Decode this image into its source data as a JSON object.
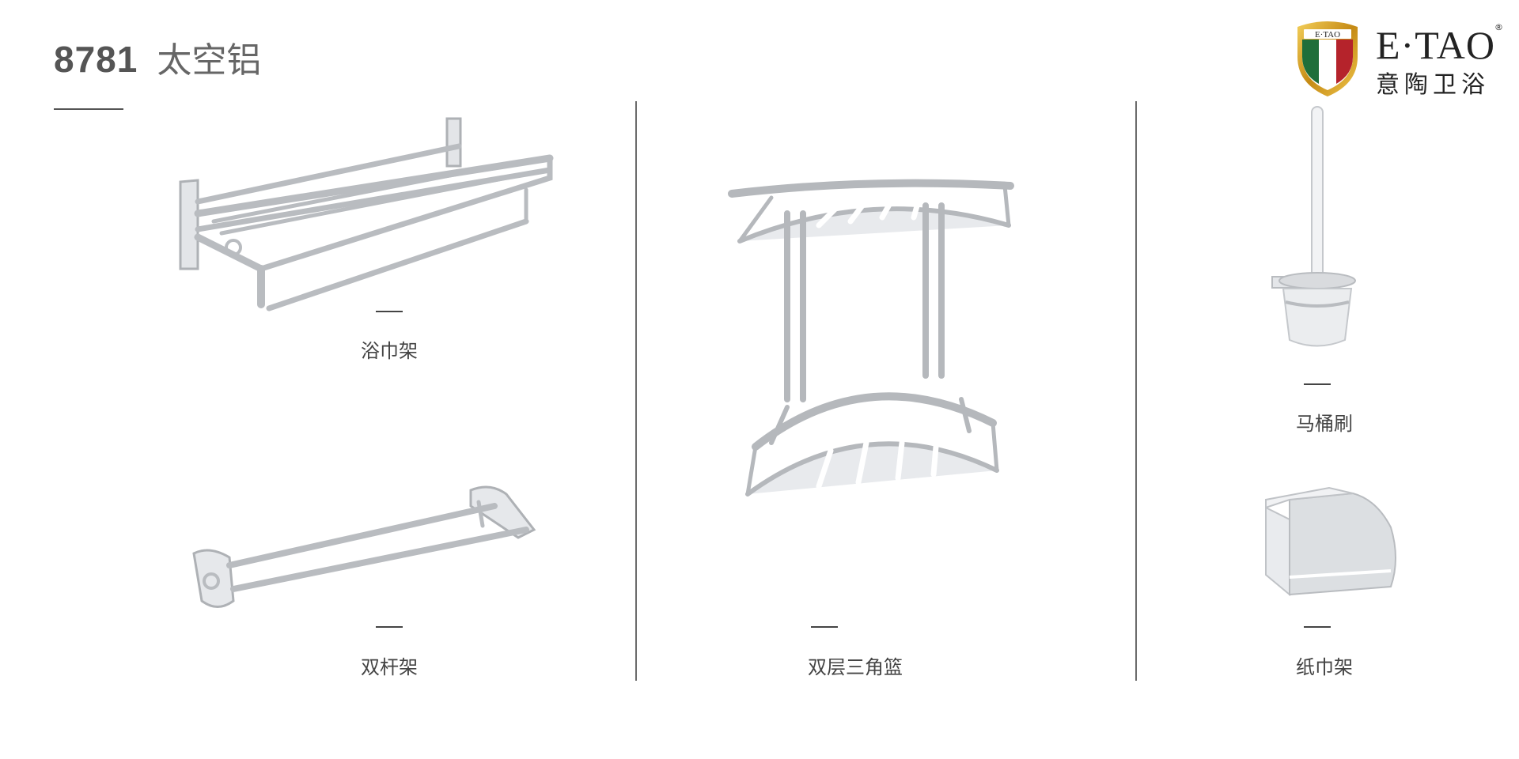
{
  "header": {
    "model": "8781",
    "material": "太空铝"
  },
  "logo": {
    "shield_text": "E·TAO",
    "brand": "E·TAO",
    "brand_cn": "意陶卫浴",
    "reg_mark": "®"
  },
  "colors": {
    "text_dark": "#444444",
    "rule": "#6a6a6a",
    "aluminum": "#c9ccd0",
    "shield_gold": "#d9a526",
    "shield_green": "#1f6e3a",
    "shield_red": "#b5232b"
  },
  "products": [
    {
      "name": "浴巾架",
      "icon": "towel-shelf-icon"
    },
    {
      "name": "双杆架",
      "icon": "double-towel-bar-icon"
    },
    {
      "name": "双层三角篮",
      "icon": "corner-basket-icon"
    },
    {
      "name": "马桶刷",
      "icon": "toilet-brush-icon"
    },
    {
      "name": "纸巾架",
      "icon": "paper-holder-icon"
    }
  ]
}
